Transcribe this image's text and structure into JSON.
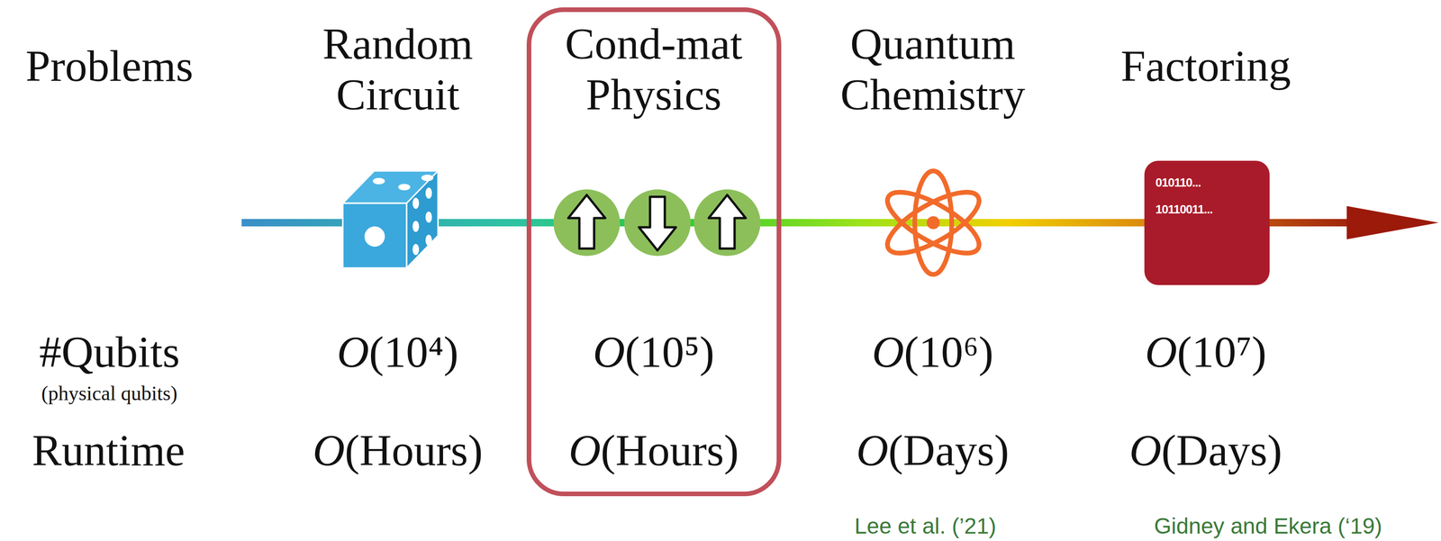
{
  "diagram": {
    "nodes": [
      {
        "text": [
          "Cond-mat Physics",
          "O(10⁵)",
          "O(Hours)"
        ]
      },
      {
        "text": [
          "010110...",
          "10110011..."
        ]
      }
    ],
    "labels": [
      "Problems",
      "Random Circuit",
      "Quantum Chemistry",
      "Factoring",
      "#Qubits",
      "(physical qubits)",
      "Runtime",
      "O(10⁴)",
      "O(Hours)",
      "O(10⁶)",
      "O(Days)",
      "O(10⁷)",
      "O(Days)",
      "Lee et al. (’21)",
      "Gidney and Ekera (‘19)"
    ]
  }
}
